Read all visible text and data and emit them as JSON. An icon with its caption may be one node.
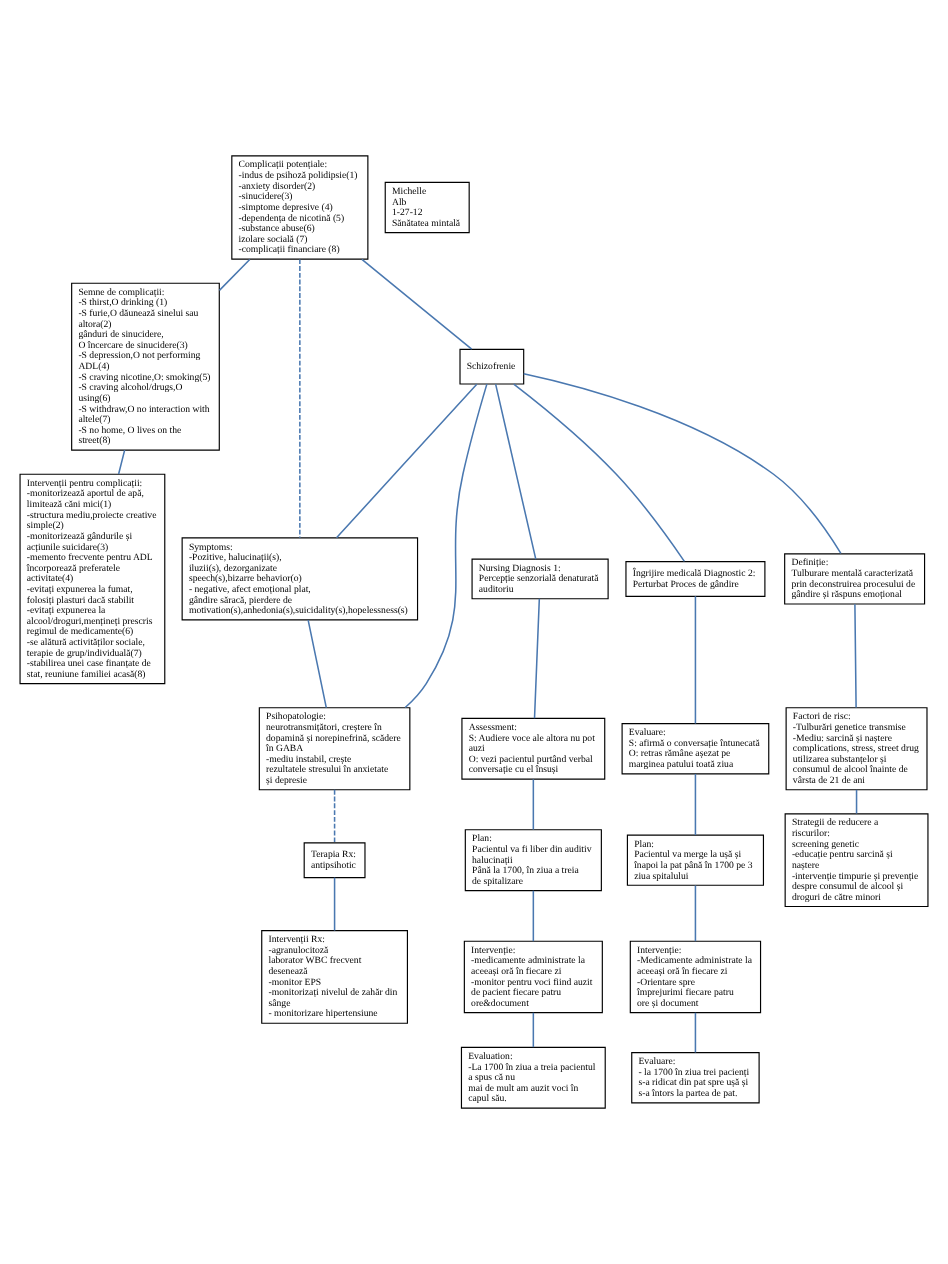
{
  "diagram": {
    "nodes": [
      {
        "text": [
          "Complicații potențiale:",
          "-indus de psihoză polidipsie(1)",
          "-anxiety disorder(2)",
          "-sinucidere(3)",
          "-simptome depresive (4)",
          "-dependența de nicotină (5)",
          "-substance abuse(6)",
          "izolare socială (7)",
          "-complicații financiare (8)"
        ]
      },
      {
        "text": [
          "Semne de complicații:",
          "-S thirst,O drinking (1)",
          "-S furie,O dăunează sinelui sau altora(2)",
          "gânduri de sinucidere,",
          "O încercare de sinucidere(3)",
          "-S depression,O not performing ADL(4)",
          "-S craving nicotine,O: smoking(5)",
          "-S craving alcohol/drugs,O using(6)",
          "-S withdraw,O no interaction with altele(7)",
          "-S no home, O lives on the street(8)"
        ]
      },
      {
        "text": [
          "Intervenții pentru complicații:",
          "-monitorizează aportul de apă, limitează căni mici(1)",
          "-structura mediu,proiecte creative simple(2)",
          "-monitorizează gândurile și acțiunile suicidare(3)",
          "-memento frecvente pentru ADL încorporează preferatele activitate(4)",
          "-evitați expunerea la fumat, folosiți plasturi dacă stabilit",
          "-evitați expunerea la alcool/droguri,mențineți prescris regimul de medicamente(6)",
          "-se alătură activităților sociale, terapie de grup/individuală(7)",
          "-stabilirea unei case finanțate de stat, reuniune familiei acasă(8)"
        ]
      },
      {
        "text": [
          "Michelle",
          "Alb",
          "1-27-12",
          "Sănătatea mintală"
        ]
      },
      {
        "text": [
          "Schizofrenie"
        ]
      },
      {
        "text": [
          "Symptoms:",
          "-Pozitive, halucinații(s), iluzii(s), dezorganizate speech(s),bizarre behavior(o)",
          "- negative, afect emoțional plat, gândire săracă, pierdere de",
          "motivation(s),anhedonia(s),suicidality(s),hopelessness(s)"
        ]
      },
      {
        "text": [
          "Nursing Diagnosis 1:",
          "Percepție senzorială denaturată auditoriu"
        ]
      },
      {
        "text": [
          "Îngrijire medicală Diagnostic 2:",
          "Perturbat Proces de gândire"
        ]
      },
      {
        "text": [
          "Assessment:",
          "S: Audiere voce ale altora nu pot auzi",
          "O: vezi pacientul purtând verbal conversație cu el însuși"
        ]
      },
      {
        "text": [
          "Evaluare:",
          "S: afirmă o conversație întunecată",
          "O: retras rămâne așezat pe marginea patului toată ziua"
        ]
      },
      {
        "text": [
          "Definiție:",
          "Tulburare mentală caracterizată prin deconstruirea procesului de gândire și răspuns emoțional"
        ]
      },
      {
        "text": [
          "Plan:",
          "Pacientul va merge la ușă și înapoi la pat până în 1700 pe 3 ziua spitalului"
        ]
      },
      {
        "text": [
          "Psihopatologie:",
          "neurotransmițători, creștere în dopamină și norepinefrină, scădere în GABA",
          "-mediu instabil, crește rezultatele stresului în anxietate și depresie"
        ]
      },
      {
        "text": [
          "Plan:",
          "Pacientul va fi liber din auditiv halucinații",
          "Până la 1700, în ziua a treia",
          "de spitalizare"
        ]
      },
      {
        "text": [
          "Factori de risc:",
          "-Tulburări genetice transmise",
          "-Mediu: sarcină și naștere complications, stress, street drug",
          "utilizarea substanțelor și consumul de alcool înainte de vârsta de 21 de ani"
        ]
      },
      {
        "text": [
          "Intervenție:",
          "-Medicamente administrate la aceeași oră în fiecare zi",
          "-Orientare spre",
          "împrejurimi fiecare patru",
          "ore și document"
        ]
      },
      {
        "text": [
          "Terapia Rx:",
          "antipsihotic"
        ]
      },
      {
        "text": [
          "Intervenție:",
          "-medicamente administrate la",
          "aceeași oră în fiecare zi",
          "-monitor pentru voci fiind auzit de pacient fiecare patru ore&document"
        ]
      },
      {
        "text": [
          "Intervenții Rx:",
          "-agranulocitoză",
          "laborator WBC frecvent",
          "desenează",
          "-monitor EPS",
          "-monitorizați nivelul de zahăr din sânge",
          "- monitorizare hipertensiune"
        ]
      },
      {
        "text": [
          "Strategii de reducere a riscurilor:",
          "screening genetic",
          "-educație pentru sarcină și naștere",
          "-intervenție timpurie și prevenție",
          "despre consumul de alcool și droguri de către minori"
        ]
      },
      {
        "text": [
          "Evaluation:",
          "-La 1700 în ziua a treia pacientul a spus că nu",
          "mai de mult am auzit voci în",
          "capul său."
        ]
      },
      {
        "text": [
          "Evaluare:",
          "- la 1700 în ziua trei pacienți",
          "s-a ridicat din pat spre ușă și",
          "s-a întors la partea de pat."
        ]
      }
    ],
    "edges": [
      {
        "from": 0,
        "to": 1,
        "arrow": "none"
      },
      {
        "from": 1,
        "to": 2,
        "arrow": "none"
      },
      {
        "from": 0,
        "to": 5,
        "arrow": "none",
        "style": "dashed"
      },
      {
        "from": 0,
        "to": 4,
        "arrow": "none"
      },
      {
        "from": 4,
        "to": 7,
        "arrow": "none"
      },
      {
        "from": 4,
        "to": 6,
        "arrow": "none"
      },
      {
        "from": 4,
        "to": 5,
        "arrow": "none"
      },
      {
        "from": 4,
        "to": 10,
        "arrow": "none"
      },
      {
        "from": 4,
        "to": 12,
        "arrow": "none"
      },
      {
        "from": 5,
        "to": 12,
        "arrow": "none"
      },
      {
        "from": 12,
        "to": 16,
        "arrow": "none",
        "style": "dashed"
      },
      {
        "from": 16,
        "to": 18,
        "arrow": "none"
      },
      {
        "from": 10,
        "to": 14,
        "arrow": "none"
      },
      {
        "from": 14,
        "to": 19,
        "arrow": "none"
      },
      {
        "from": 6,
        "to": 8,
        "arrow": "none"
      },
      {
        "from": 8,
        "to": 13,
        "arrow": "none"
      },
      {
        "from": 13,
        "to": 17,
        "arrow": "none"
      },
      {
        "from": 17,
        "to": 20,
        "arrow": "none"
      },
      {
        "from": 7,
        "to": 9,
        "arrow": "none"
      },
      {
        "from": 9,
        "to": 11,
        "arrow": "none"
      },
      {
        "from": 11,
        "to": 15,
        "arrow": "none"
      },
      {
        "from": 15,
        "to": 21,
        "arrow": "none"
      }
    ]
  }
}
